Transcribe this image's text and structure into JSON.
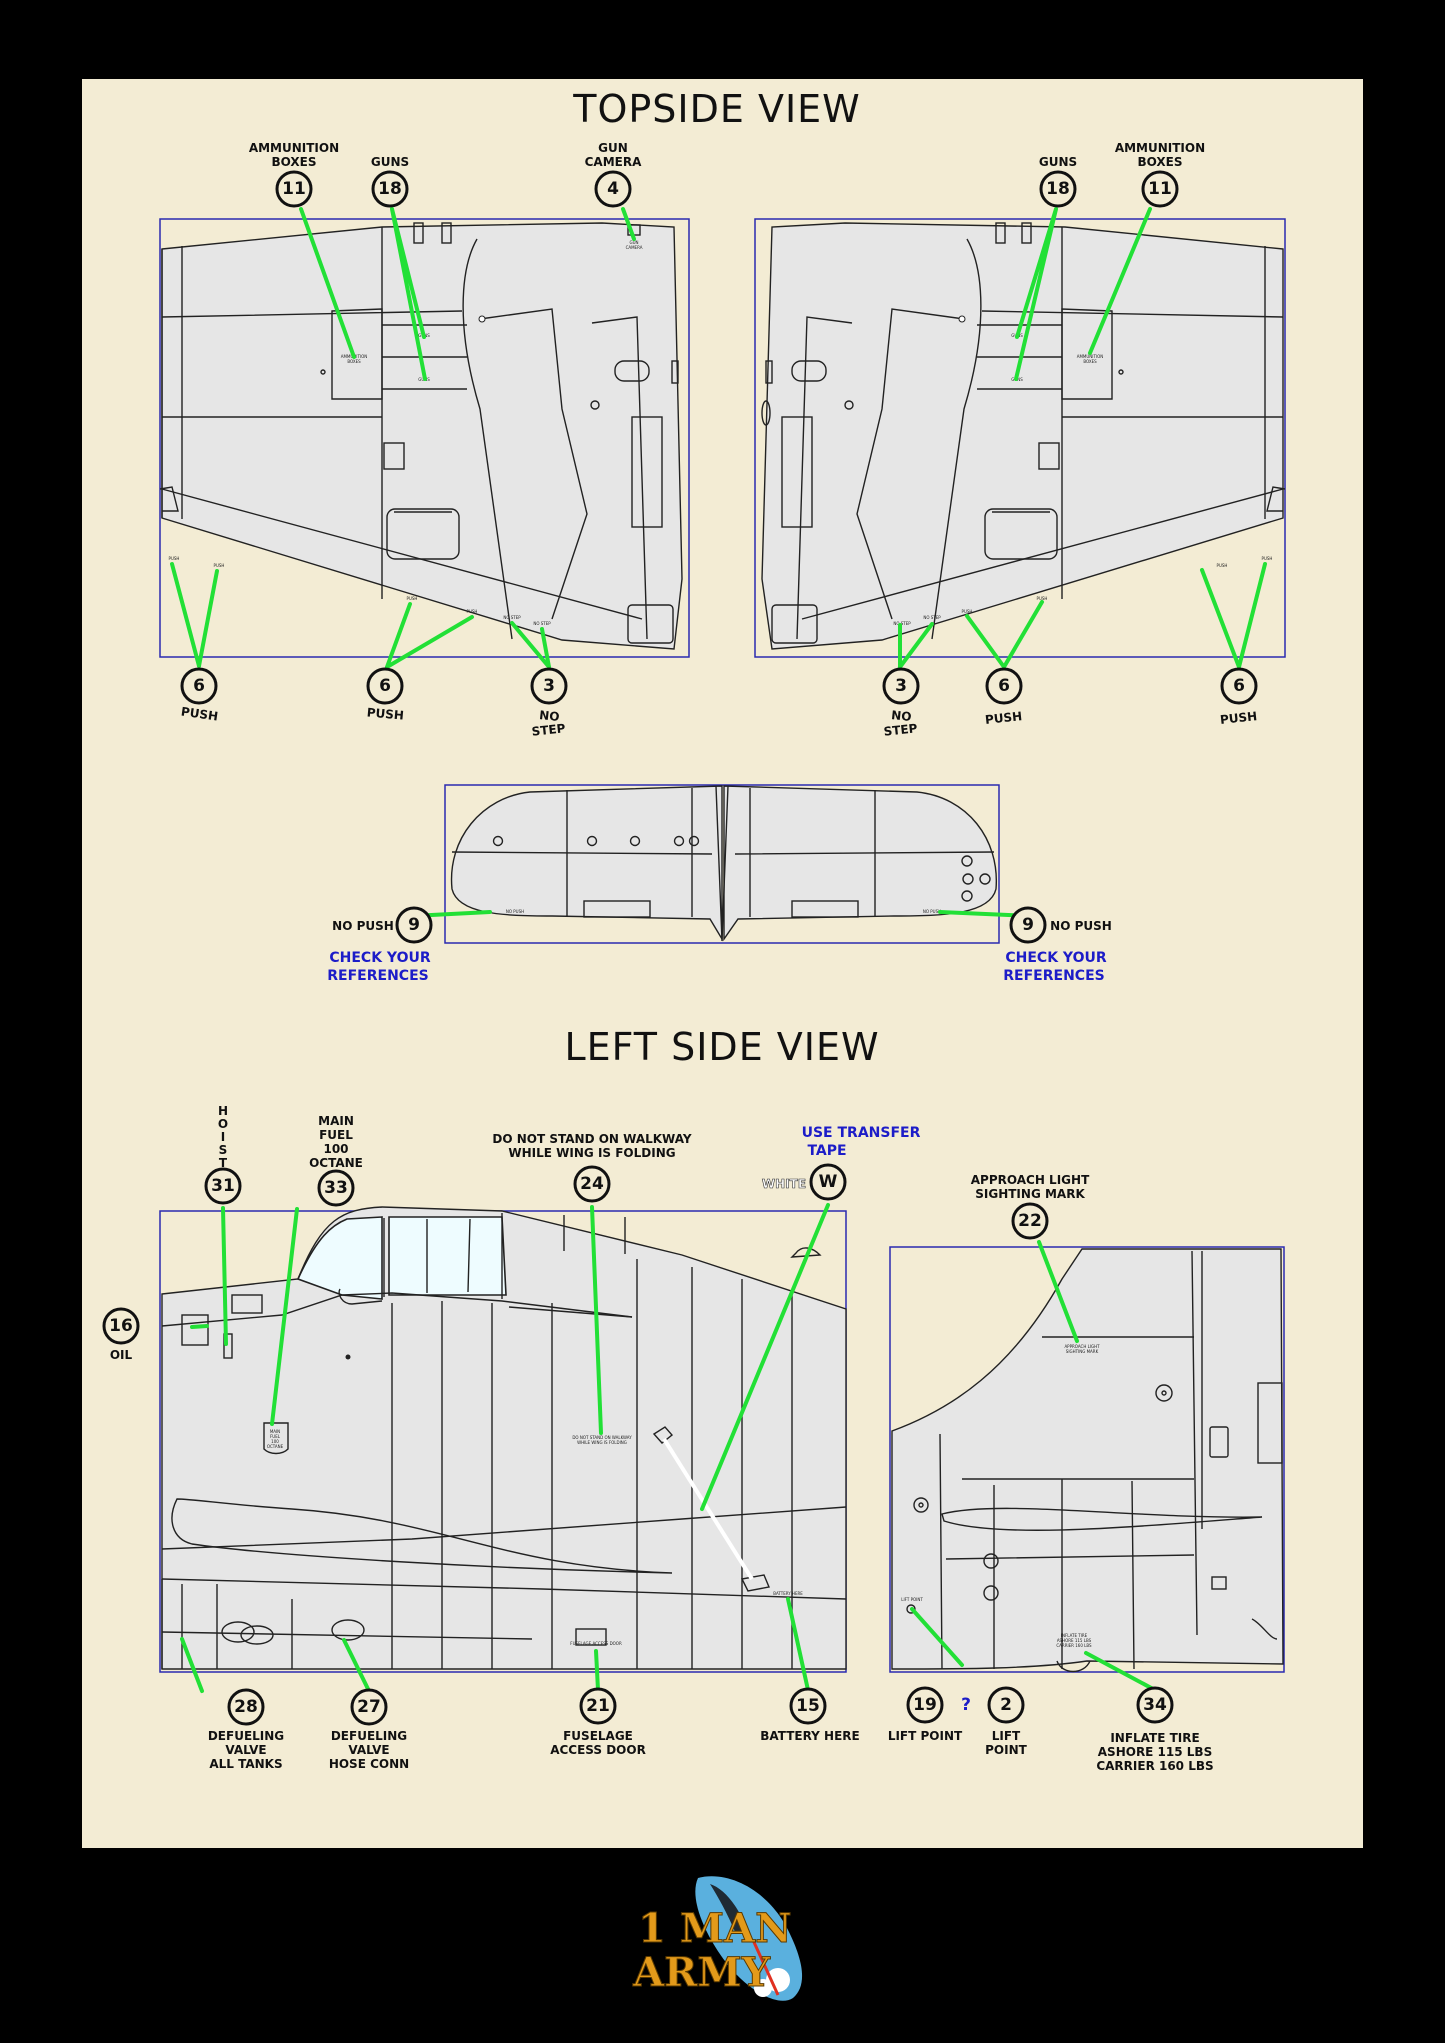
{
  "titles": {
    "top": "TOPSIDE VIEW",
    "side": "LEFT SIDE VIEW"
  },
  "callouts": {
    "ammo_left": {
      "num": "11",
      "lines": [
        "AMMUNITION",
        "BOXES"
      ]
    },
    "guns_left": {
      "num": "18",
      "lines": [
        "GUNS"
      ]
    },
    "gun_camera": {
      "num": "4",
      "lines": [
        "GUN",
        "CAMERA"
      ]
    },
    "guns_right": {
      "num": "18",
      "lines": [
        "GUNS"
      ]
    },
    "ammo_right": {
      "num": "11",
      "lines": [
        "AMMUNITION",
        "BOXES"
      ]
    },
    "push_a": {
      "num": "6",
      "lines": [
        "PUSH"
      ]
    },
    "push_b": {
      "num": "6",
      "lines": [
        "PUSH"
      ]
    },
    "nostep_left": {
      "num": "3",
      "lines": [
        "NO",
        "STEP"
      ]
    },
    "nostep_right": {
      "num": "3",
      "lines": [
        "NO",
        "STEP"
      ]
    },
    "push_c": {
      "num": "6",
      "lines": [
        "PUSH"
      ]
    },
    "push_d": {
      "num": "6",
      "lines": [
        "PUSH"
      ]
    },
    "nopush_left": {
      "num": "9",
      "lines": [
        "NO PUSH"
      ],
      "note": [
        "CHECK YOUR",
        "REFERENCES"
      ]
    },
    "nopush_right": {
      "num": "9",
      "lines": [
        "NO PUSH"
      ],
      "note": [
        "CHECK YOUR",
        "REFERENCES"
      ]
    },
    "hoist": {
      "num": "31",
      "vertical": "HOIST"
    },
    "main_fuel": {
      "num": "33",
      "lines": [
        "MAIN",
        "FUEL",
        "100",
        "OCTANE"
      ]
    },
    "walkway": {
      "num": "24",
      "lines": [
        "DO NOT STAND ON WALKWAY",
        "WHILE WING IS FOLDING"
      ]
    },
    "transfer": {
      "num": "W",
      "lines": [
        "USE TRANSFER",
        "TAPE"
      ],
      "side": "WHITE"
    },
    "approach": {
      "num": "22",
      "lines": [
        "APPROACH LIGHT",
        "SIGHTING MARK"
      ]
    },
    "oil": {
      "num": "16",
      "lines": [
        "OIL"
      ]
    },
    "defuel_all": {
      "num": "28",
      "lines": [
        "DEFUELING",
        "VALVE",
        "ALL TANKS"
      ]
    },
    "defuel_hose": {
      "num": "27",
      "lines": [
        "DEFUELING",
        "VALVE",
        "HOSE CONN"
      ]
    },
    "access_door": {
      "num": "21",
      "lines": [
        "FUSELAGE",
        "ACCESS DOOR"
      ]
    },
    "battery": {
      "num": "15",
      "lines": [
        "BATTERY HERE"
      ]
    },
    "lift_a": {
      "num": "19",
      "lines": [
        "LIFT POINT"
      ]
    },
    "lift_b": {
      "num": "2",
      "lines": [
        "LIFT",
        "POINT"
      ]
    },
    "inflate": {
      "num": "34",
      "lines": [
        "INFLATE TIRE",
        "ASHORE 115 LBS",
        "CARRIER 160 LBS"
      ]
    }
  },
  "query_mark": "?",
  "logo": {
    "line1": "1 MAN",
    "line2": "ARMY"
  },
  "colors": {
    "leader": "#22e036",
    "frame": "#2a2ab0",
    "note_blue": "#1c1cc8",
    "sheet": "#f3ecd4",
    "panel": "#e6e6e6"
  }
}
